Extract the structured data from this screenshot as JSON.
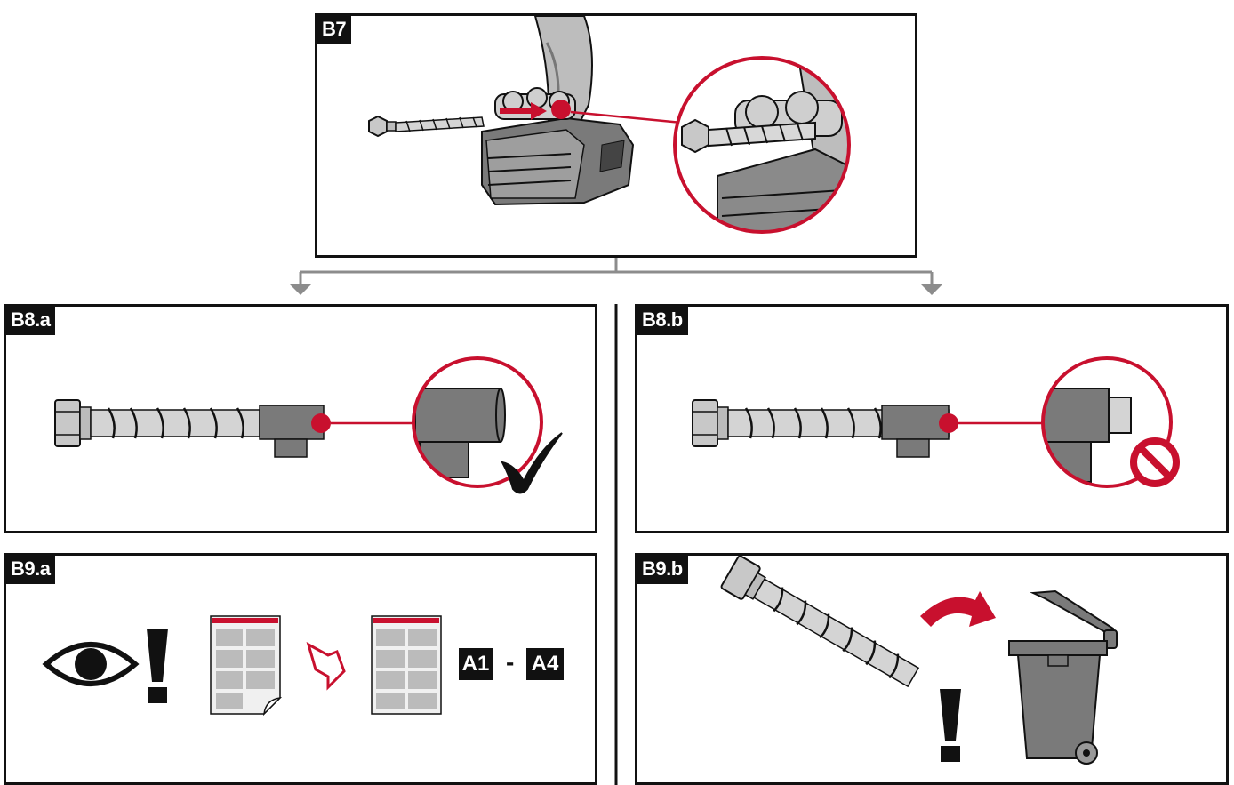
{
  "panels": {
    "b7": {
      "label": "B7"
    },
    "b8a": {
      "label": "B8.a"
    },
    "b8b": {
      "label": "B8.b"
    },
    "b9a": {
      "label": "B9.a"
    },
    "b9b": {
      "label": "B9.b"
    }
  },
  "b9a": {
    "range_start": "A1",
    "range_separator": "-",
    "range_end": "A4"
  },
  "colors": {
    "accent_red": "#c8102e",
    "frame": "#111111",
    "connector_gray": "#8c8c8c",
    "metal": "#c8c8c8",
    "tool_gray": "#7a7a7a"
  },
  "icons": [
    "eye-icon",
    "exclamation-icon",
    "manual-icon",
    "arrow-icon",
    "checkmark-icon",
    "prohibited-icon",
    "trash-bin-icon",
    "curved-arrow-icon",
    "screw-anchor-icon",
    "hammer-drill-icon"
  ]
}
